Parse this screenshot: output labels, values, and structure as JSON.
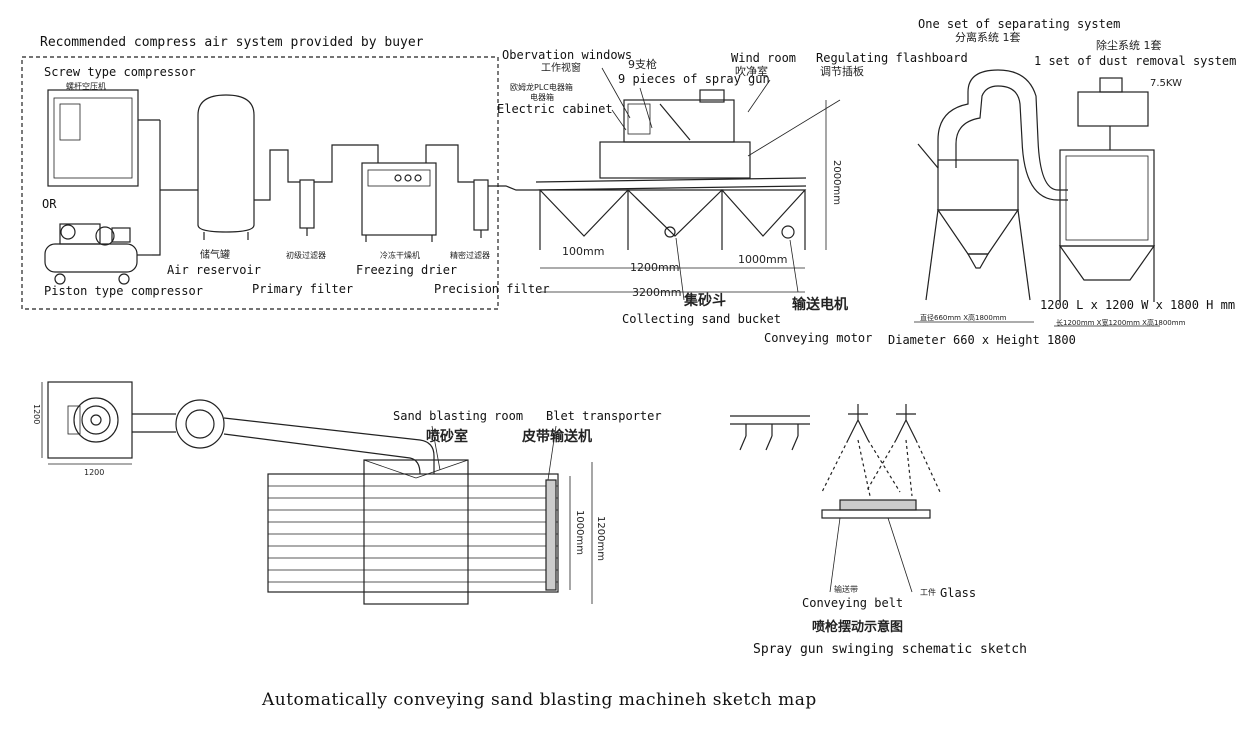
{
  "title": "Automatically conveying sand blasting machineh sketch map",
  "compressed_air_box": {
    "heading": "Recommended compress air system provided by buyer",
    "screw_compressor": "Screw type compressor",
    "or": "OR",
    "piston_compressor": "Piston type compressor",
    "air_reservoir": "Air reservoir",
    "primary_filter": "Primary filter",
    "freezing_drier": "Freezing drier",
    "precision_filter": "Precision filter",
    "cn_screw": "螺杆空压机",
    "cn_reservoir": "储气罐",
    "cn_primary": "初级过滤器",
    "cn_drier": "冷冻干燥机",
    "cn_precision": "精密过滤器"
  },
  "machine": {
    "observation_windows": "Obervation windows",
    "electric_cabinet": "Electric cabinet",
    "spray_gun_cn": "9支枪",
    "spray_gun": "9 pieces of spray gun",
    "wind_room": "Wind room",
    "regulating_flashboard": "Regulating flashboard",
    "collecting_bucket": "Collecting sand bucket",
    "conveying_motor": "Conveying motor",
    "cn_window": "工作视窗",
    "cn_cabinet": "欧姆龙PLC电器箱",
    "cn_cabinet2": "电器箱",
    "cn_wind": "吹净室",
    "cn_flashboard": "调节插板",
    "cn_bucket": "集砂斗",
    "cn_motor": "输送电机",
    "dim_100": "100mm",
    "dim_1200": "1200mm",
    "dim_1000": "1000mm",
    "dim_3200": "3200mm",
    "dim_2000": "2000mm"
  },
  "separating": {
    "label": "One set of separating system",
    "cn": "分离系统  1套",
    "dimension": "Diameter 660 x Height 1800",
    "cn_dim": "直径660mm X高1800mm"
  },
  "dust": {
    "label": "1 set of dust removal system",
    "cn": "除尘系统  1套",
    "power": "7.5KW",
    "dimension": "1200 L x 1200 W x 1800 H mm",
    "cn_dim": "长1200mm X宽1200mm X高1800mm"
  },
  "plan": {
    "sand_room": "Sand blasting room",
    "blet": "Blet transporter",
    "cn_room": "喷砂室",
    "cn_blet": "皮带输送机",
    "dim_1200": "1200",
    "dim_1200_side": "1200",
    "dim_1000mm": "1000mm",
    "dim_1200mm": "1200mm"
  },
  "spray_sketch": {
    "conveying_belt": "Conveying belt",
    "glass": "Glass",
    "cn_belt": "输送带",
    "cn_glass": "工件",
    "cn_title": "喷枪摆动示意图",
    "title": "Spray gun swinging schematic sketch"
  }
}
